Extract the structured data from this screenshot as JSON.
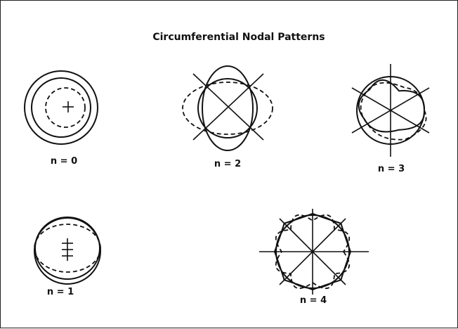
{
  "figure": {
    "title": "Circumferential Nodal Patterns",
    "modes": [
      {
        "id": "n0",
        "label": "n = 0"
      },
      {
        "id": "n2",
        "label": "n = 2"
      },
      {
        "id": "n3",
        "label": "n = 3"
      },
      {
        "id": "n1",
        "label": "n = 1"
      },
      {
        "id": "n4",
        "label": "n = 4"
      }
    ]
  }
}
